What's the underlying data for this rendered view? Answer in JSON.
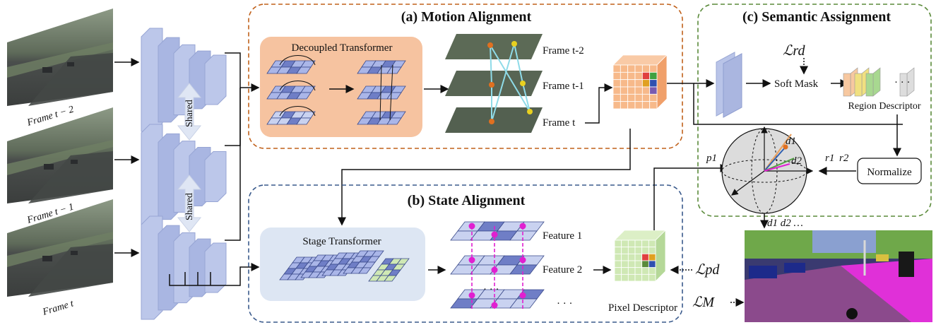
{
  "frames": {
    "t2": "Frame t − 2",
    "t1": "Frame t − 1",
    "t0": "Frame t"
  },
  "shared_label": "Shared",
  "motion": {
    "title": "(a) Motion Alignment",
    "decoupled_title": "Decoupled Transformer",
    "frame_labels": [
      "Frame t-2",
      "Frame t-1",
      "Frame t"
    ]
  },
  "state": {
    "title": "(b) State Alignment",
    "stage_title": "Stage Transformer",
    "feature_labels": [
      "Feature 1",
      "Feature 2"
    ],
    "ellipsis": "· · ·",
    "pixel_descriptor": "Pixel Descriptor"
  },
  "semantic": {
    "title": "(c) Semantic Assignment",
    "soft_mask": "Soft Mask",
    "region_descriptor": "Region Descriptor",
    "normalize": "Normalize",
    "loss_rd": "ℒrd",
    "loss_pd": "ℒpd",
    "loss_m": "ℒM",
    "d1": "d1",
    "d2": "d2",
    "p1": "p1",
    "r1": "r1",
    "r2": "r2",
    "d_list": "d1 d2 …"
  },
  "colors": {
    "motion_border": "#c0601a",
    "state_border": "#3a5a8c",
    "semantic_border": "#5a8a3a",
    "decoupled_bg": "#f6c3a0",
    "stage_bg": "#dde6f3",
    "encoder": "#b9c4e8",
    "orange_cube": "#f7b98a",
    "green_cube": "#cfe8b4",
    "magenta": "#e020d0"
  }
}
